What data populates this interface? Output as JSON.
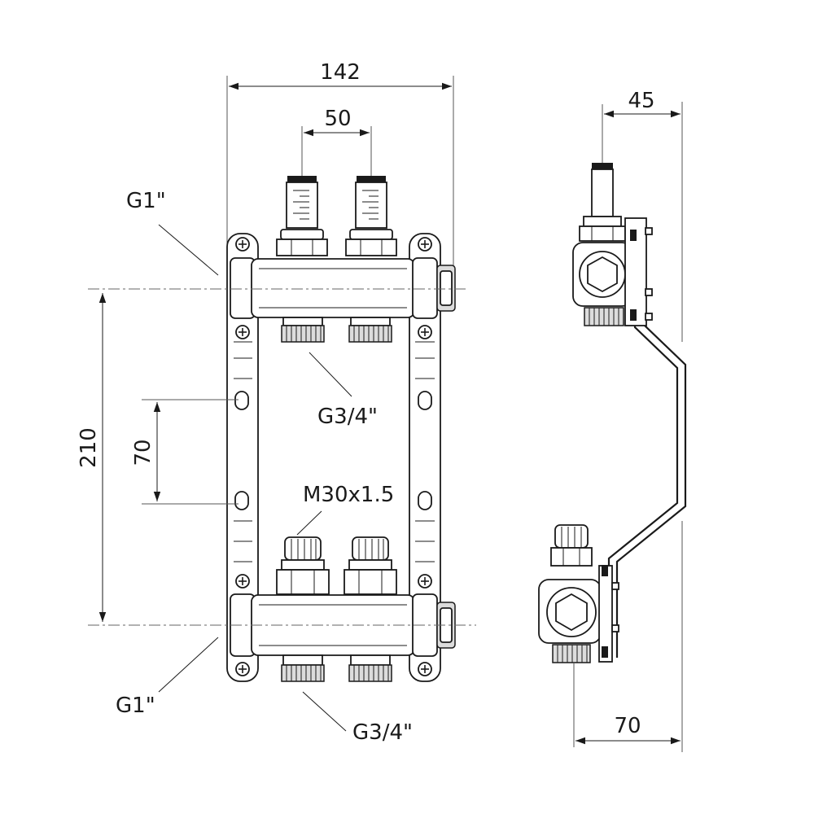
{
  "dimensions": {
    "overall_width": "142",
    "port_spacing": "50",
    "height_between_headers": "210",
    "mount_hole_spacing": "70",
    "side_depth_top": "45",
    "side_depth_bottom": "70"
  },
  "callouts": {
    "inlet_top": "G1\"",
    "inlet_bottom": "G1\"",
    "outlet_top": "G3/4\"",
    "outlet_bottom": "G3/4\"",
    "valve_thread": "M30x1.5"
  }
}
